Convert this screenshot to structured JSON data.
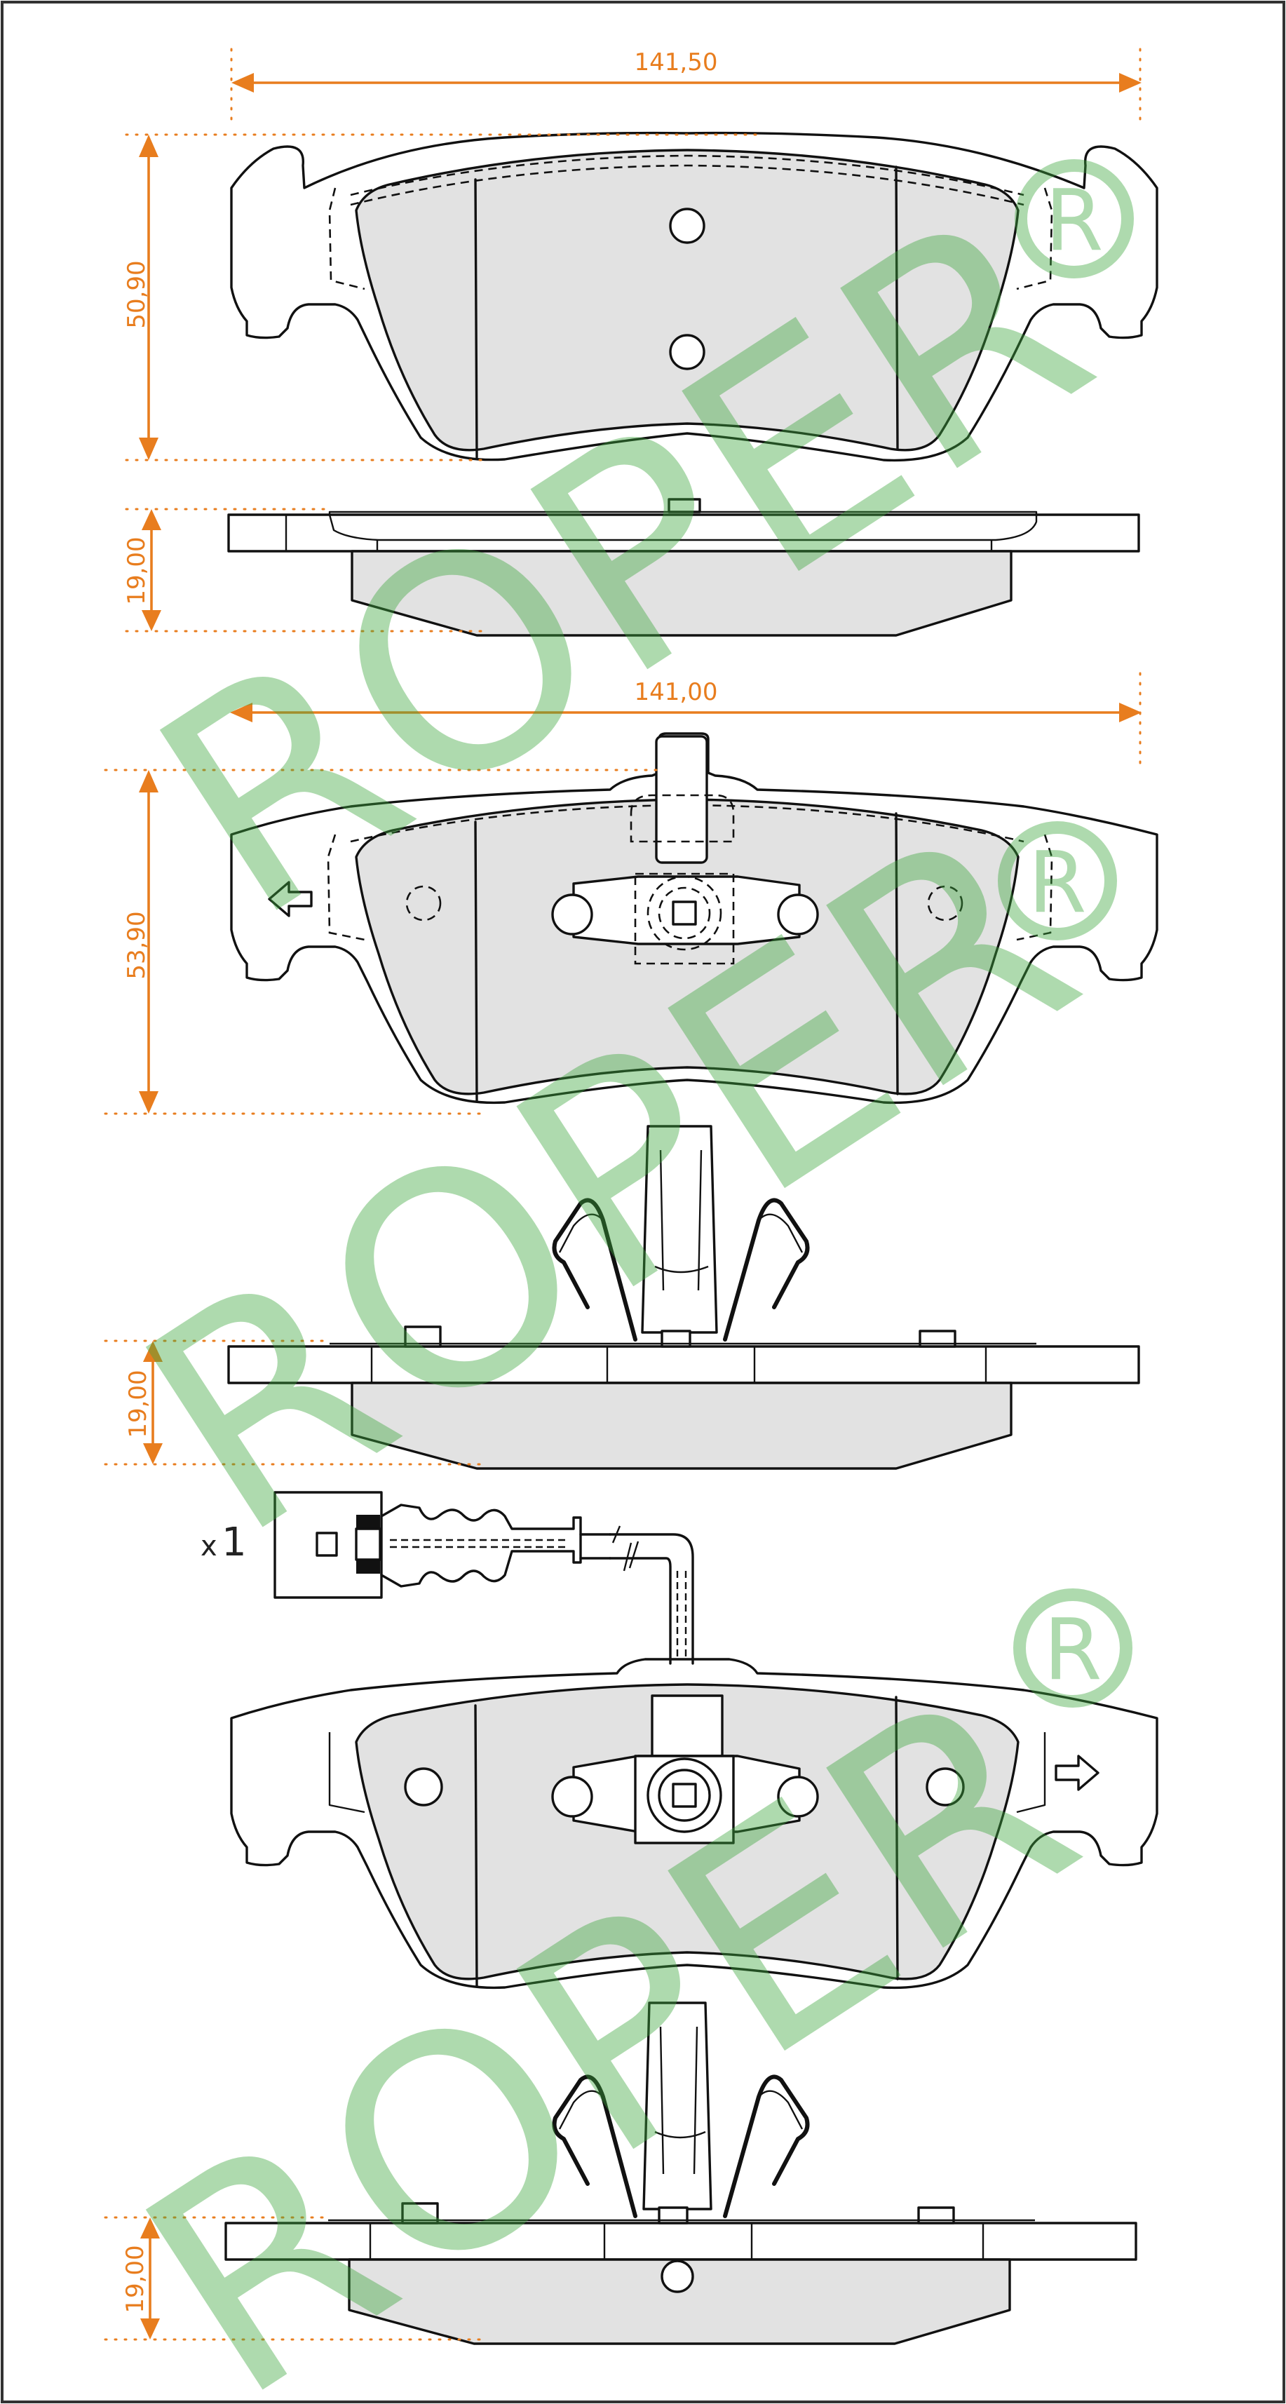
{
  "dimensions": {
    "view1_width": "141,50",
    "view1_height": "50,90",
    "view1_thickness": "19,00",
    "view2_width": "141,00",
    "view2_height": "53,90",
    "view2_thickness": "19,00",
    "view3_thickness": "19,00"
  },
  "sensor": {
    "quantity_prefix": "x",
    "quantity": "1"
  },
  "watermark": {
    "text": "ROPER",
    "registered_symbol": "R"
  },
  "colors": {
    "dimension": "#E87D1E",
    "watermark": "#3FA63F",
    "pad_fill": "#E2E2E2",
    "outline": "#111111"
  }
}
